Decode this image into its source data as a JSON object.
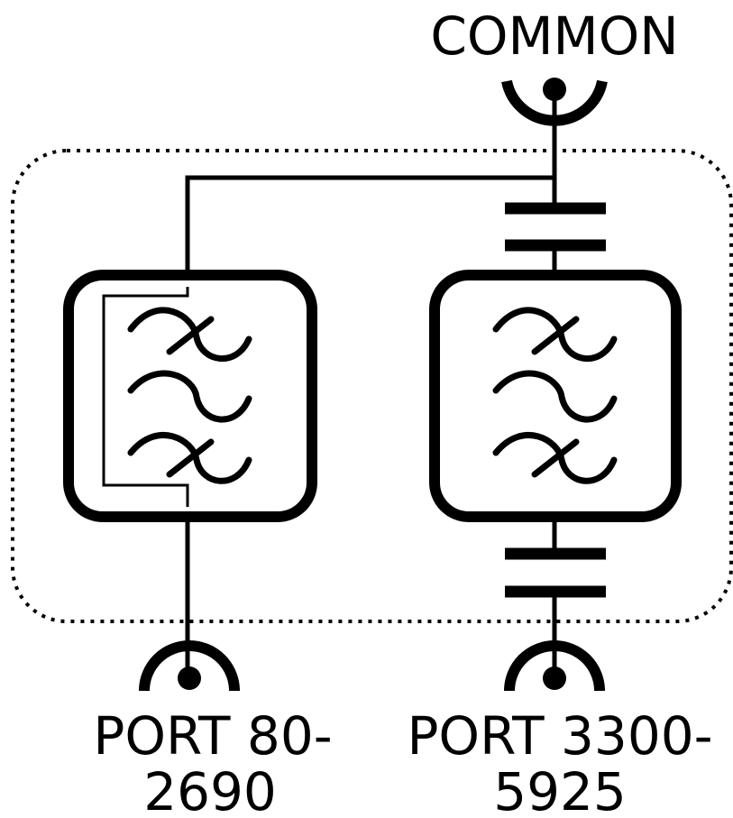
{
  "labels": {
    "common": "COMMON",
    "port_low_line1": "PORT 80-",
    "port_low_line2": "2690",
    "port_high_line1": "PORT 3300-",
    "port_high_line2": "5925"
  },
  "colors": {
    "ink": "#000000",
    "background": "#ffffff"
  },
  "icons": {
    "connector": "coax-connector-icon",
    "filter": "filter-wave-icon",
    "capacitor": "capacitor-icon"
  }
}
